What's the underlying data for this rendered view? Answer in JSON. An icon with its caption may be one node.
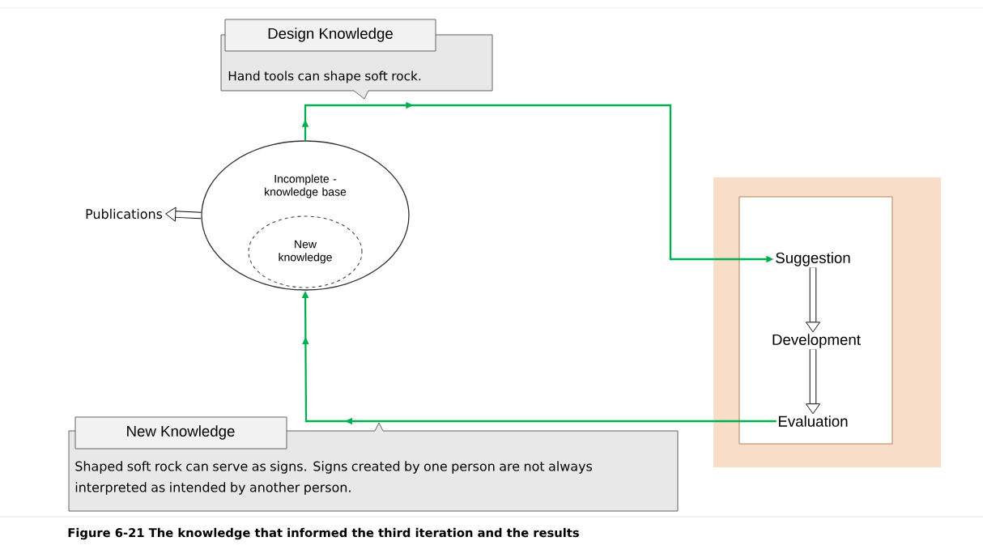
{
  "diagram": {
    "caption": "Figure 6-21  The knowledge that informed the third iteration and the results",
    "nodes": [
      {
        "text": [
          "Design Knowledge",
          "Hand tools can shape soft rock."
        ]
      },
      {
        "text": [
          "Incomplete -knowledge base"
        ]
      },
      {
        "text": [
          "New knowledge"
        ],
        "in": 1
      },
      {
        "text": [
          "Publications"
        ]
      },
      {
        "text": [],
        "shape": "box"
      },
      {
        "text": [],
        "shape": "box",
        "in": 4
      },
      {
        "text": [
          "Suggestion"
        ],
        "in": 5
      },
      {
        "text": [
          "Development"
        ],
        "in": 5
      },
      {
        "text": [
          "Evaluation"
        ],
        "in": 5
      },
      {
        "text": [
          "New Knowledge",
          "Shaped soft rock can serve as signs. Signs created by one person are not always interpreted as intended by another person."
        ]
      }
    ],
    "edges": [
      {
        "from": 1,
        "to": 6,
        "arrow": "to",
        "color": "#00b050"
      },
      {
        "from": 8,
        "to": 1,
        "arrow": "to",
        "color": "#00b050"
      },
      {
        "from": 1,
        "to": 3,
        "arrow": "to"
      },
      {
        "from": 6,
        "to": 7,
        "arrow": "to"
      },
      {
        "from": 7,
        "to": 8,
        "arrow": "to"
      }
    ]
  }
}
